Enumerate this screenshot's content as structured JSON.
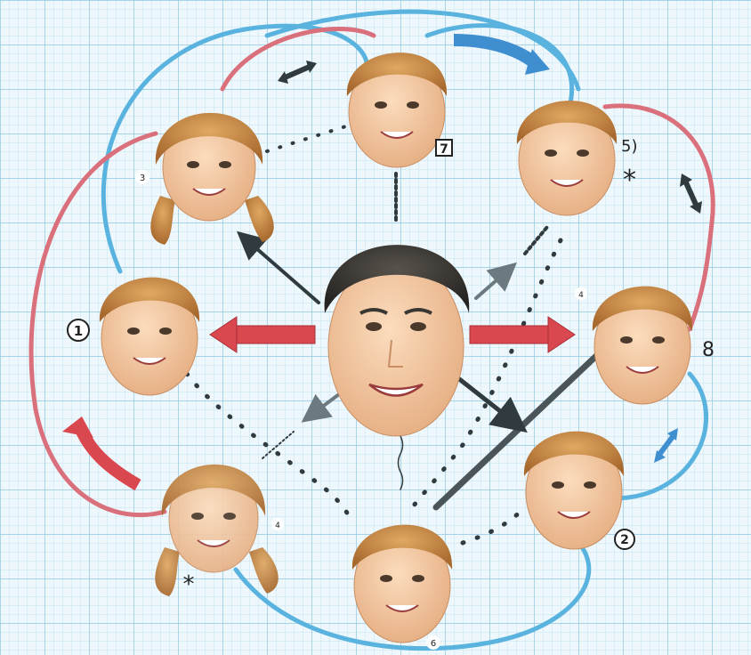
{
  "labels": {
    "top": "7",
    "upper_right": "5)",
    "upper_right_mark": "*",
    "upper_left": "3",
    "left": "1",
    "right_small": "4",
    "right": "8",
    "lower_right": "2",
    "lower_left_small": "4",
    "lower_left_mark": "*",
    "bottom": "6"
  },
  "colors": {
    "paper": "#eef8fc",
    "grid_fine": "#b9def0",
    "grid_bold": "#8fc6e2",
    "loop_blue": "#5ab3df",
    "loop_red": "#d9707b",
    "arrow_red": "#d9474f",
    "arrow_blue": "#3f8fd0",
    "arrow_dark": "#2f3b3f",
    "skin": "#f2c9a3",
    "hair_blond": "#c98a45",
    "hair_dark": "#3a3733"
  }
}
